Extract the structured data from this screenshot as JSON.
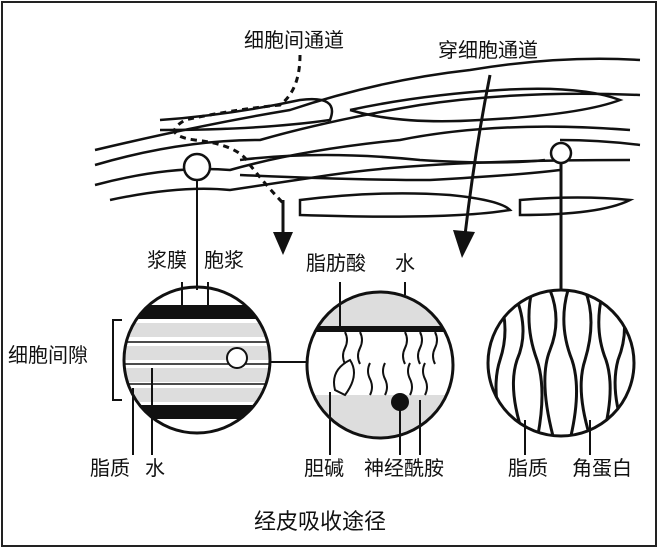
{
  "title": "经皮吸收途径",
  "pathways": {
    "intercellular": "细胞间通道",
    "transcellular": "穿细胞通道"
  },
  "circle_left": {
    "plasma_membrane": "浆膜",
    "cytoplasm": "胞浆",
    "intercellular_space": "细胞间隙",
    "lipid": "脂质",
    "water": "水"
  },
  "circle_middle": {
    "fatty_acid": "脂肪酸",
    "water": "水",
    "choline": "胆碱",
    "ceramide": "神经酰胺"
  },
  "circle_right": {
    "lipid": "脂质",
    "keratin": "角蛋白"
  }
}
